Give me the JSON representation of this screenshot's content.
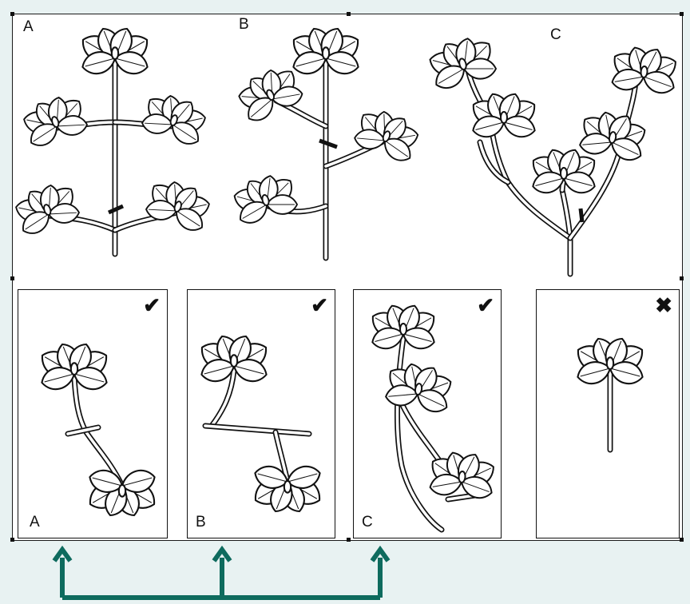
{
  "top_plants": [
    {
      "label": "A"
    },
    {
      "label": "B"
    },
    {
      "label": "C"
    }
  ],
  "cuttings": [
    {
      "label": "A",
      "mark": "✔",
      "correct": true
    },
    {
      "label": "B",
      "mark": "✔",
      "correct": true
    },
    {
      "label": "C",
      "mark": "✔",
      "correct": true
    },
    {
      "label": "",
      "mark": "✖",
      "correct": false
    }
  ],
  "colors": {
    "arrow": "#0e6b5e",
    "background": "#e8f2f2",
    "line": "#111111"
  },
  "icons": {
    "correct": "check-icon",
    "incorrect": "cross-icon",
    "pointer": "up-arrow-icon"
  }
}
